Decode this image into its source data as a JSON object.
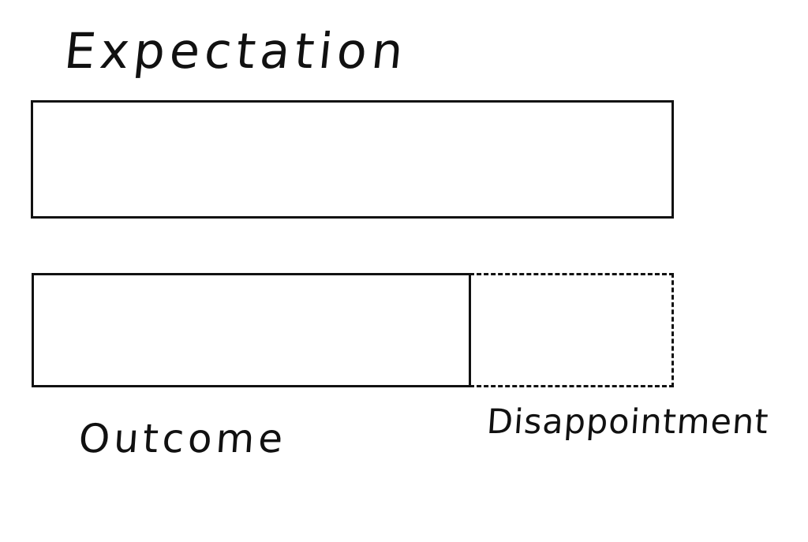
{
  "labels": {
    "expectation": "Expectation",
    "outcome": "Outcome",
    "disappointment": "Disappointment"
  },
  "bars": {
    "expectation_level": 1.0,
    "outcome_level": 0.68,
    "disappointment_level": 0.32
  },
  "colors": {
    "ink": "#111111",
    "background": "#ffffff"
  }
}
